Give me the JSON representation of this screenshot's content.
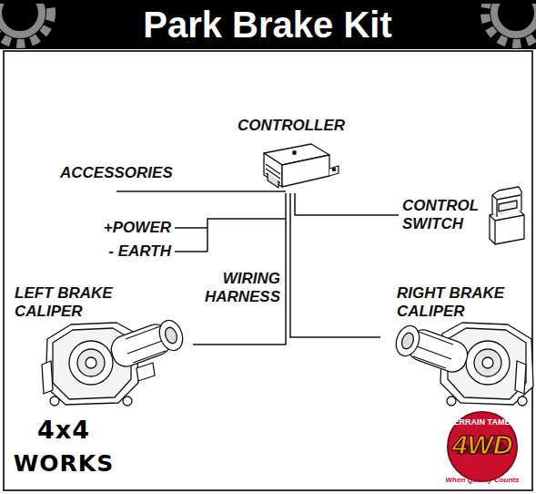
{
  "diagram": {
    "title": "Park Brake Kit",
    "nodes": [
      {
        "text": [
          "CONTROLLER"
        ]
      },
      {
        "text": [
          "CONTROL SWITCH"
        ]
      },
      {
        "text": [
          "LEFT BRAKE CALIPER"
        ]
      },
      {
        "text": [
          "RIGHT BRAKE CALIPER"
        ]
      }
    ],
    "edges": [
      {
        "from": 0,
        "to": 1,
        "arrow": "none"
      },
      {
        "from": 0,
        "to": 2,
        "arrow": "none"
      },
      {
        "from": 0,
        "to": 3,
        "arrow": "none"
      }
    ],
    "labels": [
      "ACCESSORIES",
      "+POWER",
      "- EARTH",
      "WIRING HARNESS",
      "4x4",
      "WORKS",
      "TERRAIN TAMER",
      "4WD",
      "When Quality Counts"
    ]
  }
}
